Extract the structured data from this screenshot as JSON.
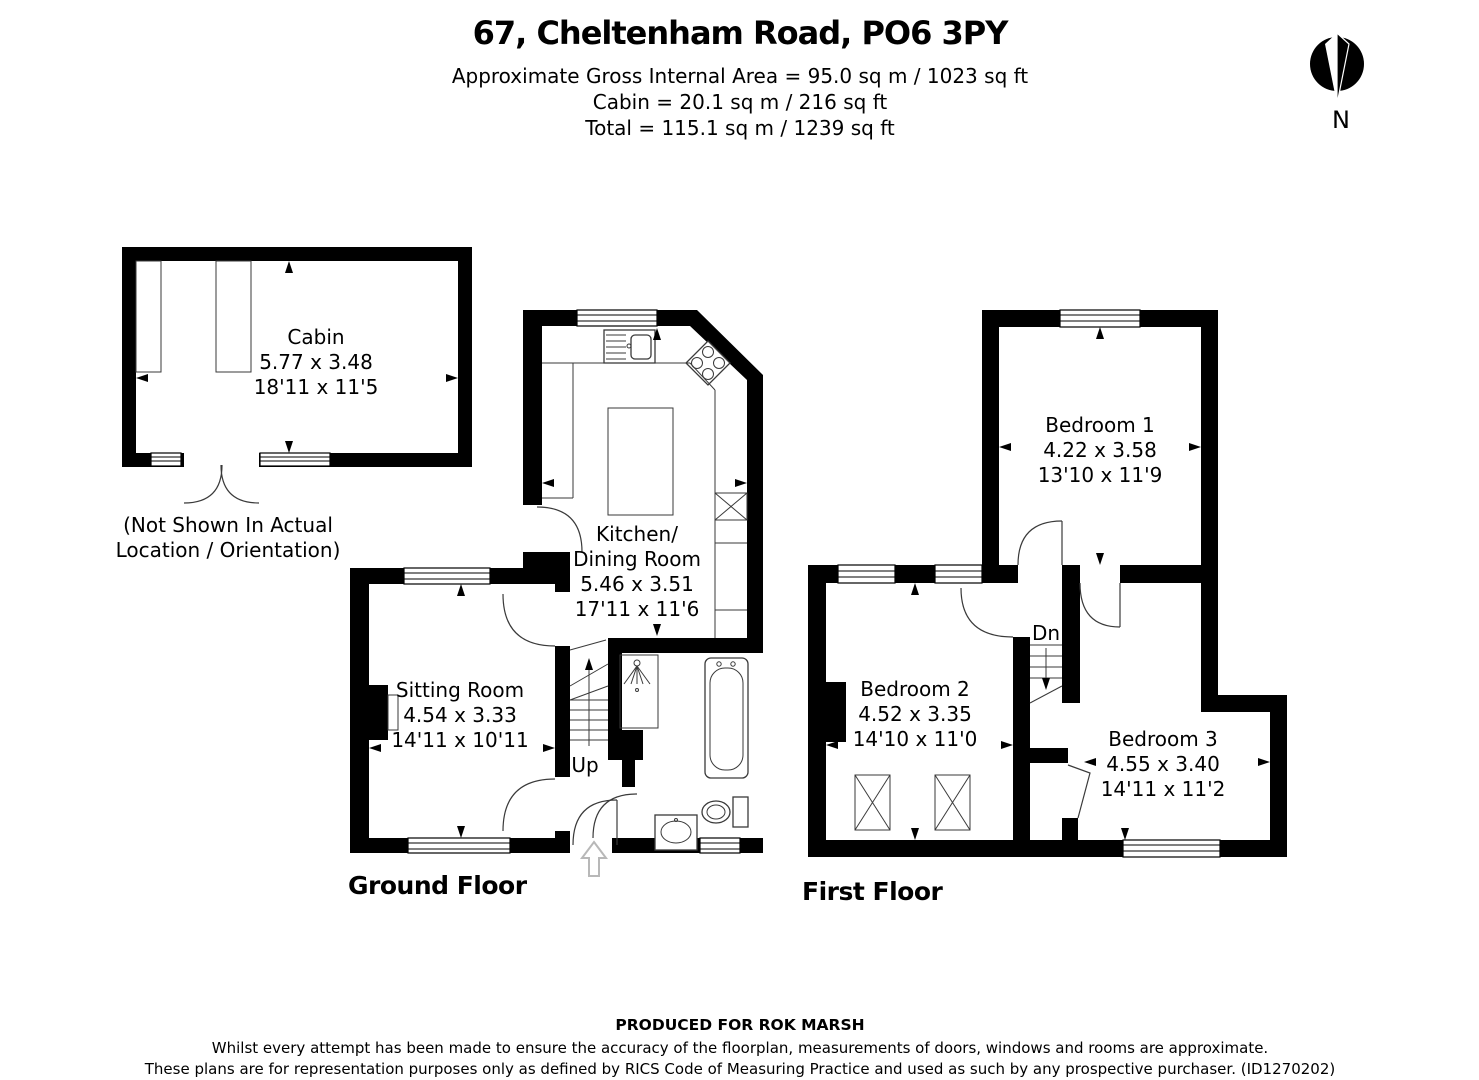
{
  "header": {
    "address": "67, Cheltenham Road, PO6 3PY",
    "area_line1": "Approximate Gross Internal Area = 95.0 sq m / 1023 sq ft",
    "area_line2": "Cabin = 20.1 sq m / 216 sq ft",
    "area_line3": "Total = 115.1 sq m / 1239 sq ft"
  },
  "compass": {
    "label": "N"
  },
  "cabin": {
    "name": "Cabin",
    "size_metric": "5.77 x 3.48",
    "size_imperial": "18'11 x 11'5",
    "note_line1": "(Not Shown In Actual",
    "note_line2": "Location / Orientation)"
  },
  "ground_floor": {
    "caption": "Ground Floor",
    "stairs_label": "Up",
    "rooms": {
      "sitting": {
        "name": "Sitting Room",
        "size_metric": "4.54 x 3.33",
        "size_imperial": "14'11 x 10'11"
      },
      "kitchen": {
        "name_line1": "Kitchen/",
        "name_line2": "Dining Room",
        "size_metric": "5.46 x 3.51",
        "size_imperial": "17'11 x 11'6"
      }
    }
  },
  "first_floor": {
    "caption": "First Floor",
    "stairs_label": "Dn",
    "rooms": {
      "bedroom1": {
        "name": "Bedroom 1",
        "size_metric": "4.22 x 3.58",
        "size_imperial": "13'10 x 11'9"
      },
      "bedroom2": {
        "name": "Bedroom 2",
        "size_metric": "4.52 x 3.35",
        "size_imperial": "14'10 x 11'0"
      },
      "bedroom3": {
        "name": "Bedroom 3",
        "size_metric": "4.55 x 3.40",
        "size_imperial": "14'11 x 11'2"
      }
    }
  },
  "footer": {
    "line1": "PRODUCED FOR ROK MARSH",
    "line2": "Whilst every attempt has been made to ensure the accuracy of the floorplan, measurements of doors, windows and rooms are approximate.",
    "line3": "These plans are for representation purposes only as defined by RICS Code of Measuring Practice and used as such by any prospective purchaser. (ID1270202)"
  }
}
